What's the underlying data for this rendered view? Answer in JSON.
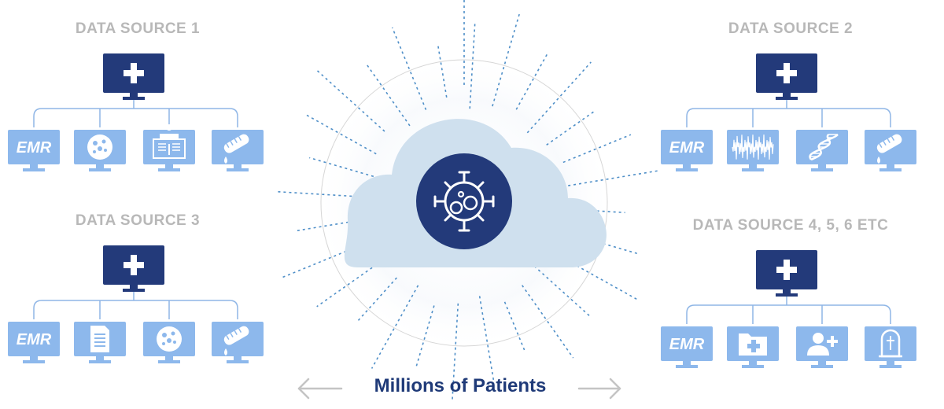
{
  "colors": {
    "navy": "#233a7a",
    "light_blue": "#8db8ec",
    "connector": "#8fb6e6",
    "cloud": "#cfe0ee",
    "ray": "#4f8fc8",
    "ring": "#d6d6d6",
    "title_gray": "#b8b8b8",
    "label_navy": "#1f3a78",
    "arrow_gray": "#c4c4c4"
  },
  "center": {
    "label": "Millions of Patients",
    "hub_icon": "virus-icon"
  },
  "sources": [
    {
      "id": "ds1",
      "title": "DATA SOURCE 1",
      "hub_icon": "medical-cross-monitor-icon",
      "devices": [
        {
          "icon": "emr-icon",
          "text": "EMR"
        },
        {
          "icon": "petri-dish-icon",
          "text": ""
        },
        {
          "icon": "medical-chart-icon",
          "text": ""
        },
        {
          "icon": "test-tube-icon",
          "text": ""
        }
      ]
    },
    {
      "id": "ds2",
      "title": "DATA SOURCE 2",
      "hub_icon": "medical-cross-monitor-icon",
      "devices": [
        {
          "icon": "emr-icon",
          "text": "EMR"
        },
        {
          "icon": "waveform-icon",
          "text": ""
        },
        {
          "icon": "dna-icon",
          "text": ""
        },
        {
          "icon": "test-tube-icon",
          "text": ""
        }
      ]
    },
    {
      "id": "ds3",
      "title": "DATA SOURCE 3",
      "hub_icon": "medical-cross-monitor-icon",
      "devices": [
        {
          "icon": "emr-icon",
          "text": "EMR"
        },
        {
          "icon": "document-icon",
          "text": ""
        },
        {
          "icon": "petri-dish-icon",
          "text": ""
        },
        {
          "icon": "test-tube-icon",
          "text": ""
        }
      ]
    },
    {
      "id": "ds4",
      "title": "DATA SOURCE 4, 5, 6 ETC",
      "hub_icon": "medical-cross-monitor-icon",
      "devices": [
        {
          "icon": "emr-icon",
          "text": "EMR"
        },
        {
          "icon": "medical-folder-icon",
          "text": ""
        },
        {
          "icon": "add-patient-icon",
          "text": ""
        },
        {
          "icon": "tombstone-icon",
          "text": ""
        }
      ]
    }
  ]
}
